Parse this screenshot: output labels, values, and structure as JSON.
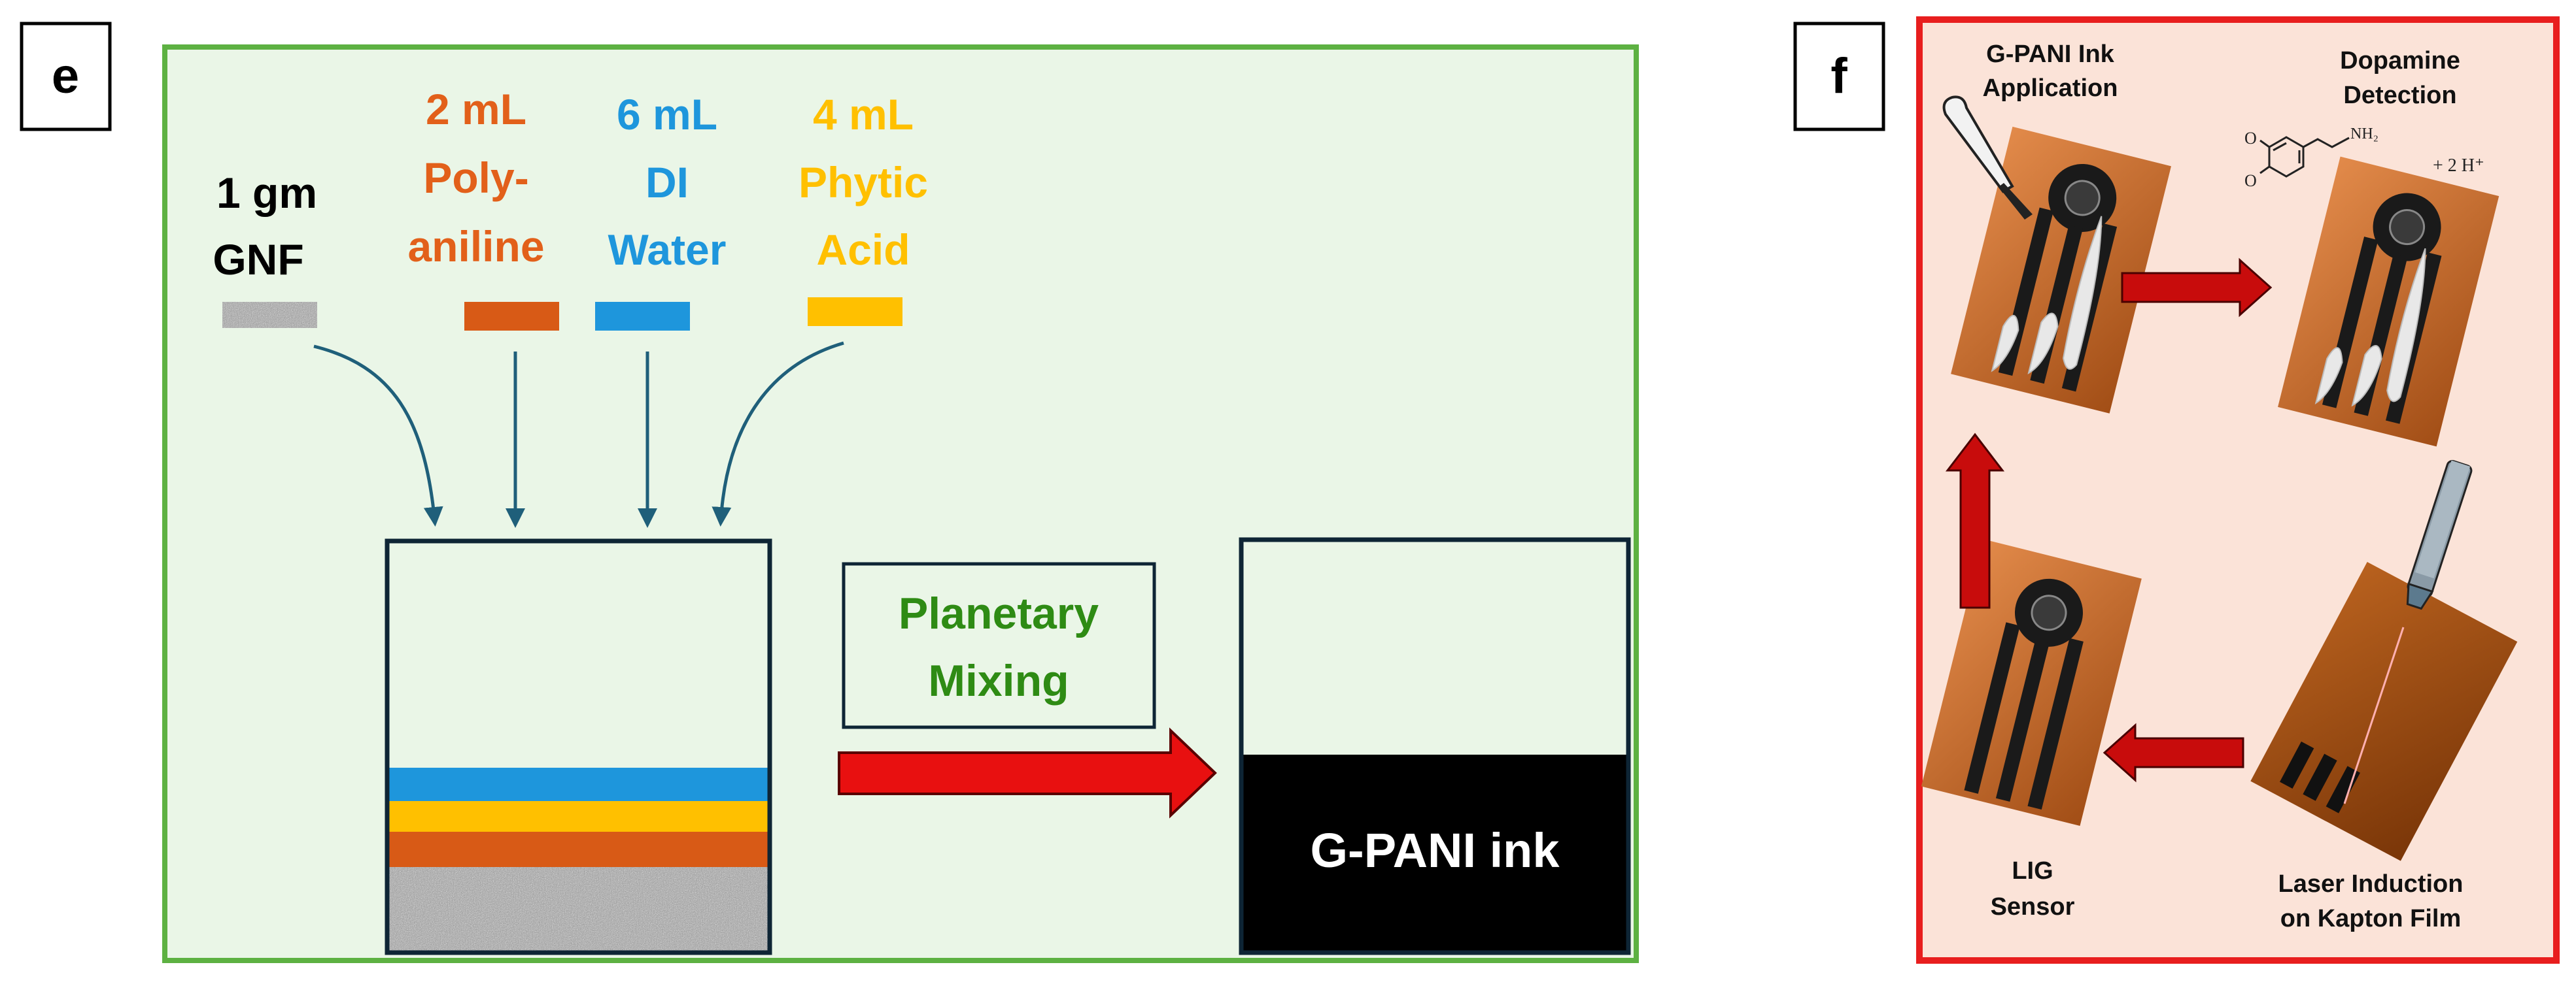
{
  "panel_e": {
    "tag": "e",
    "reagents": [
      {
        "line1": "1 gm",
        "line2": "GNF",
        "color": "#000000",
        "swatch": "noise"
      },
      {
        "line1": "2 mL",
        "line2": "Poly-",
        "line3": "aniline",
        "color": "#E2601A",
        "swatch": "#D85A16"
      },
      {
        "line1": "6 mL",
        "line2": "DI",
        "line3": "Water",
        "color": "#1E96DC",
        "swatch": "#1E96DC"
      },
      {
        "line1": "4 mL",
        "line2": "Phytic",
        "line3": "Acid",
        "color": "#FFC000",
        "swatch": "#FFC000"
      }
    ],
    "process_line1": "Planetary",
    "process_line2": "Mixing",
    "product": "G-PANI ink",
    "colors": {
      "border": "#5DB142",
      "background": "#EAF6E7",
      "process_text": "#2E8B14",
      "arrow": "#E81010"
    }
  },
  "panel_f": {
    "tag": "f",
    "step1_line1": "G-PANI Ink",
    "step1_line2": "Application",
    "step2_line1": "Dopamine",
    "step2_line2": "Detection",
    "reaction": "+ 2 H⁺",
    "amine": "NH₂",
    "step3_line1": "LIG",
    "step3_line2": "Sensor",
    "step4_line1": "Laser Induction",
    "step4_line2": "on Kapton Film",
    "colors": {
      "border": "#E81E1E",
      "background": "#FBE3D8",
      "arrow": "#C80C0C"
    }
  }
}
